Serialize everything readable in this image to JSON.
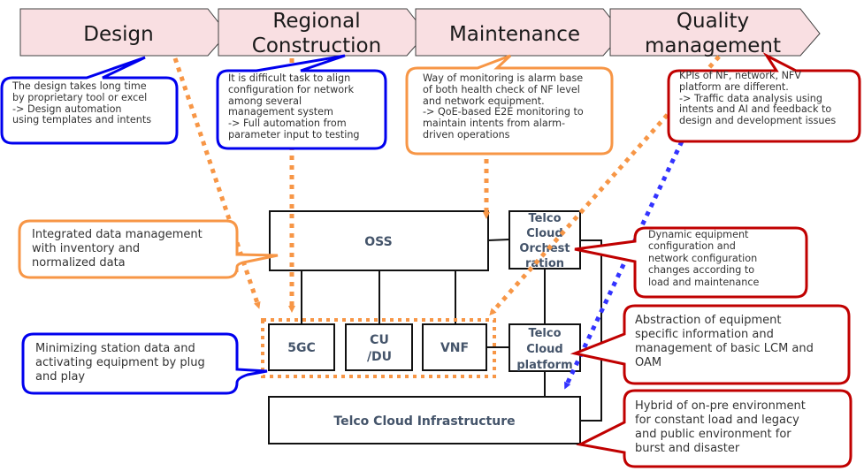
{
  "colors": {
    "stage_fill": "#f9dfe2",
    "stage_stroke": "#404040",
    "blue": "#0000ee",
    "orange": "#f79646",
    "red": "#c00000",
    "box_text": "#44546a",
    "dotted_blue": "#3333ff"
  },
  "stages": [
    {
      "id": "design",
      "lines": [
        "Design"
      ]
    },
    {
      "id": "regional-construction",
      "lines": [
        "Regional",
        "Construction"
      ]
    },
    {
      "id": "maintenance",
      "lines": [
        "Maintenance"
      ]
    },
    {
      "id": "quality-management",
      "lines": [
        "Quality",
        "management"
      ]
    }
  ],
  "notes": {
    "design": "The design takes long time\nby proprietary tool or excel\n-> Design automation\nusing templates and intents",
    "regional_construction": "It is difficult task to align\nconfiguration for network\namong several\nmanagement system\n-> Full automation from\nparameter input to testing",
    "maintenance": "Way of monitoring is alarm base\nof both health check of NF level\nand network equipment.\n-> QoE-based E2E monitoring to\nmaintain intents from alarm-\ndriven operations",
    "quality_management": "KPIs of NF, network, NFV\nplatform are different.\n-> Traffic data analysis using\nintents and AI and feedback to\ndesign and development issues",
    "oss": "Integrated data management\nwith inventory and\nnormalized data",
    "network_functions": "Minimizing station data and\nactivating equipment by plug\nand play",
    "orchestration": "Dynamic equipment\nconfiguration and\nnetwork configuration\nchanges according to\nload and maintenance",
    "platform": "Abstraction of equipment\nspecific information and\nmanagement of basic LCM and\nOAM",
    "infrastructure": "Hybrid of on-pre environment\nfor constant load and legacy\nand public environment for\nburst and disaster"
  },
  "boxes": {
    "oss": "OSS",
    "fivegc": "5GC",
    "cudu": [
      "CU",
      "/DU"
    ],
    "vnf": "VNF",
    "orchestration": [
      "Telco",
      "Cloud",
      "Orchest",
      "ration"
    ],
    "platform": [
      "Telco",
      "Cloud",
      "platform"
    ],
    "infrastructure": "Telco Cloud Infrastructure"
  }
}
